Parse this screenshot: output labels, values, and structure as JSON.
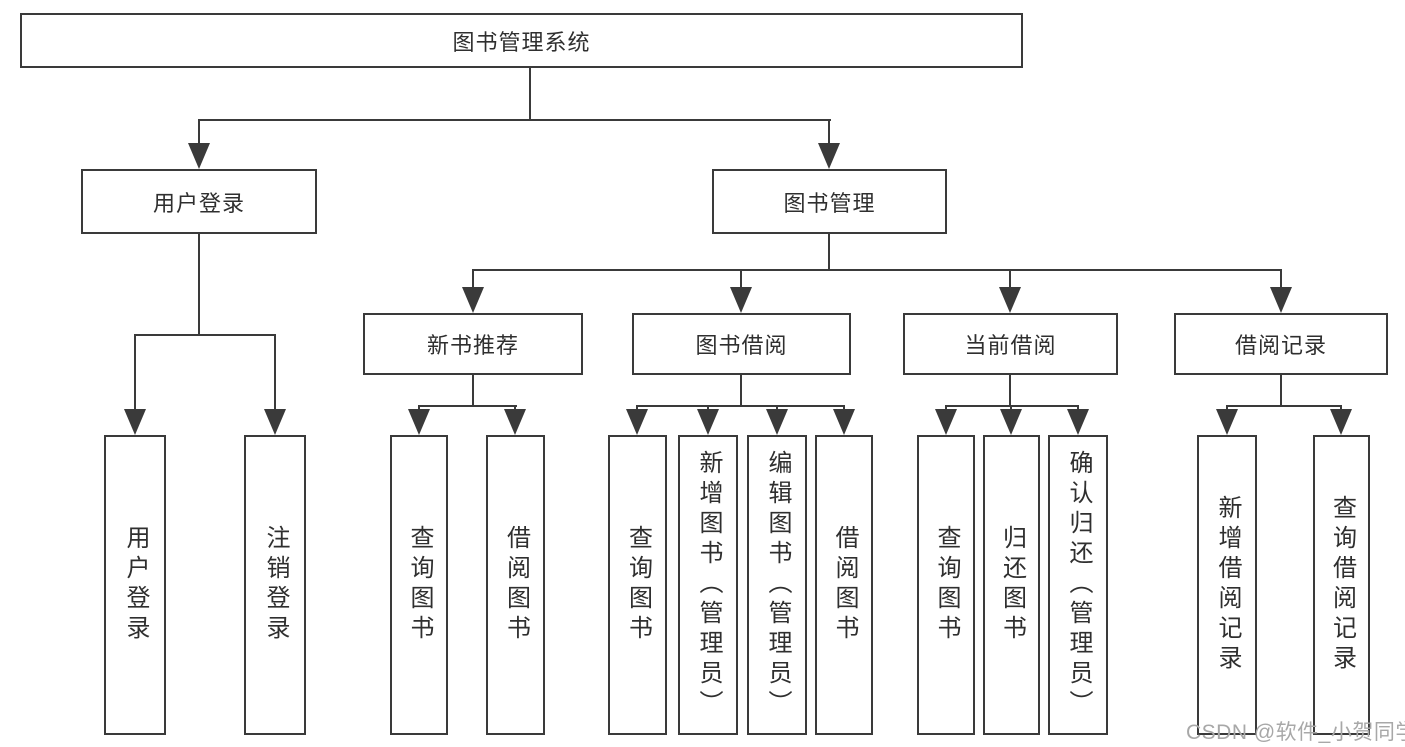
{
  "tree": {
    "root": "图书管理系统",
    "user": {
      "label": "用户登录",
      "leaves": [
        "用户登录",
        "注销登录"
      ]
    },
    "book": {
      "label": "图书管理",
      "sections": [
        {
          "label": "新书推荐",
          "leaves": [
            "查询图书",
            "借阅图书"
          ]
        },
        {
          "label": "图书借阅",
          "leaves": [
            "查询图书",
            "新增图书（管理员）",
            "编辑图书（管理员）",
            "借阅图书"
          ]
        },
        {
          "label": "当前借阅",
          "leaves": [
            "查询图书",
            "归还图书",
            "确认归还（管理员）"
          ]
        },
        {
          "label": "借阅记录",
          "leaves": [
            "新增借阅记录",
            "查询借阅记录"
          ]
        }
      ]
    }
  },
  "watermark": {
    "text": "CSDN @软件_小贺同学"
  },
  "colors": {
    "line": "#3a3a3a",
    "text": "#2f2f2f",
    "watermark": "#a8a8a8",
    "background": "#ffffff"
  }
}
